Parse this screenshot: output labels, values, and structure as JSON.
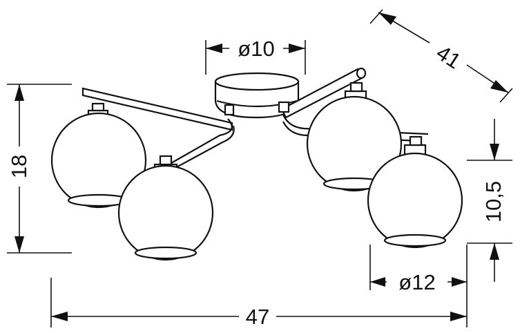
{
  "dimensions": {
    "canopy_diameter": "ø10",
    "depth": "41",
    "height_left": "18",
    "height_right": "10,5",
    "shade_diameter": "ø12",
    "width": "47"
  }
}
